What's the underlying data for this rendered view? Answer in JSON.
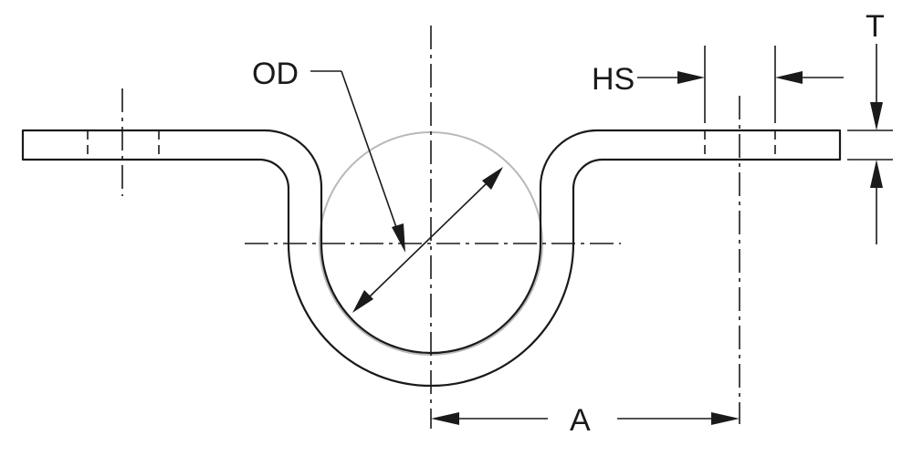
{
  "labels": {
    "od": "OD",
    "hs": "HS",
    "t": "T",
    "a": "A"
  },
  "colors": {
    "line": "#1a1a1a",
    "pipe": "#b9b9b9",
    "background": "#ffffff"
  }
}
